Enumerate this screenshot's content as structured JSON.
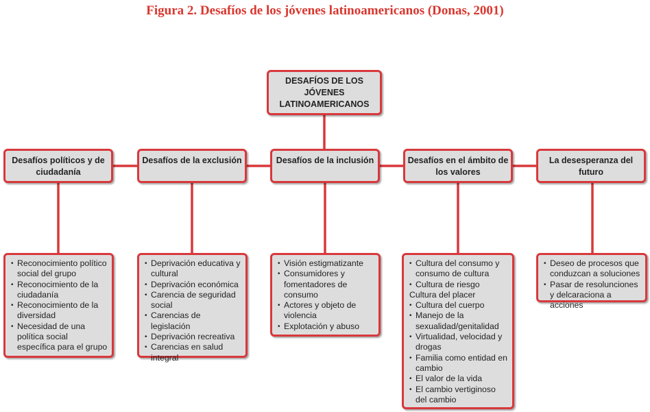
{
  "figure_title": "Figura 2. Desafíos de los jóvenes latinoamericanos (Donas, 2001)",
  "root": "DESAFÍOS DE LOS JÓVENES LATINOAMERICANOS",
  "accent_color": "#d8383c",
  "box_fill": "#dddddd",
  "columns": [
    {
      "heading": "Desafíos políticos y de ciudadanía",
      "items": [
        "Reconocimiento político social del grupo",
        "Reconocimiento de la ciudadanía",
        "Reconocimiento de la diversidad",
        "Necesidad de una política social específica para el grupo"
      ]
    },
    {
      "heading": "Desafíos de la exclusión",
      "items": [
        "Deprivación educativa y cultural",
        "Deprivación económica",
        "Carencia de seguridad social",
        "Carencias de legislación",
        "Deprivación recreativa",
        "Carencias en salud integral"
      ]
    },
    {
      "heading": "Desafíos de la inclusión",
      "items": [
        "Visión estigmatizante",
        "Consumidores y fomentadores de consumo",
        "Actores y objeto de violencia",
        "Explotación y abuso"
      ]
    },
    {
      "heading": "Desafíos en el ámbito de los valores",
      "items": [
        "Cultura del consumo y consumo de cultura",
        "Cultura de riesgo",
        "Cultura del placer",
        "Cultura del cuerpo",
        "Manejo de la sexualidad/genitalidad",
        "Virtualidad, velocidad y drogas",
        "Familia como entidad en cambio",
        "El valor de la vida",
        "El cambio vertiginoso del cambio"
      ]
    },
    {
      "heading": "La desesperanza del futuro",
      "items": [
        "Deseo de procesos que conduzcan a soluciones",
        "Pasar de resolunciones y delcaraciona a acciones"
      ]
    }
  ]
}
